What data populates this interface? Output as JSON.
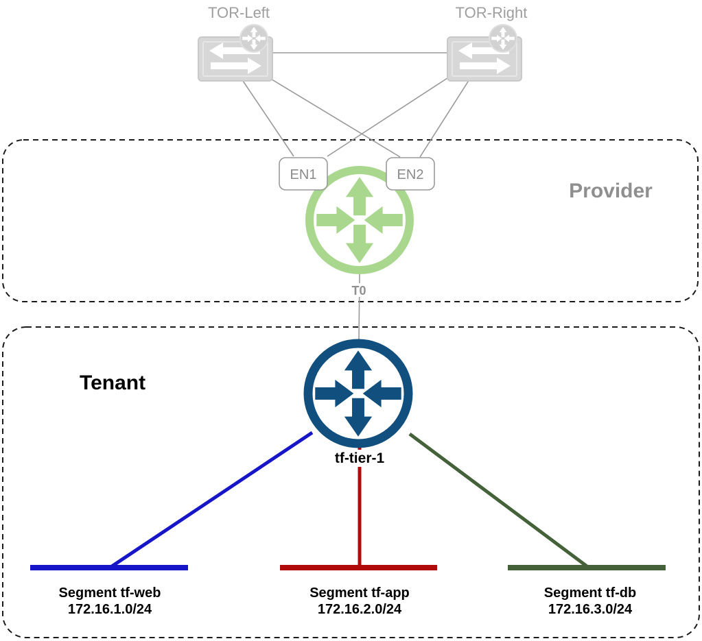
{
  "zones": {
    "provider": {
      "label": "Provider"
    },
    "tenant": {
      "label": "Tenant"
    }
  },
  "nodes": {
    "tor_left": {
      "label": "TOR-Left"
    },
    "tor_right": {
      "label": "TOR-Right"
    },
    "en1": {
      "label": "EN1"
    },
    "en2": {
      "label": "EN2"
    },
    "t0_router": {
      "label": "T0",
      "color": "#a9d78e"
    },
    "tier1_router": {
      "label": "tf-tier-1",
      "color": "#11507e"
    }
  },
  "segments": [
    {
      "name": "Segment tf-web",
      "cidr": "172.16.1.0/24",
      "color": "#1616c8"
    },
    {
      "name": "Segment tf-app",
      "cidr": "172.16.2.0/24",
      "color": "#b00a0a"
    },
    {
      "name": "Segment tf-db",
      "cidr": "172.16.3.0/24",
      "color": "#44613a"
    }
  ],
  "colors": {
    "link_gray": "#999999",
    "zone_border": "#1a1a1a",
    "faded_icon_gray": "#d7d7d7",
    "label_gray": "#8f8f8f",
    "tor_label_gray": "#9e9e9e"
  }
}
